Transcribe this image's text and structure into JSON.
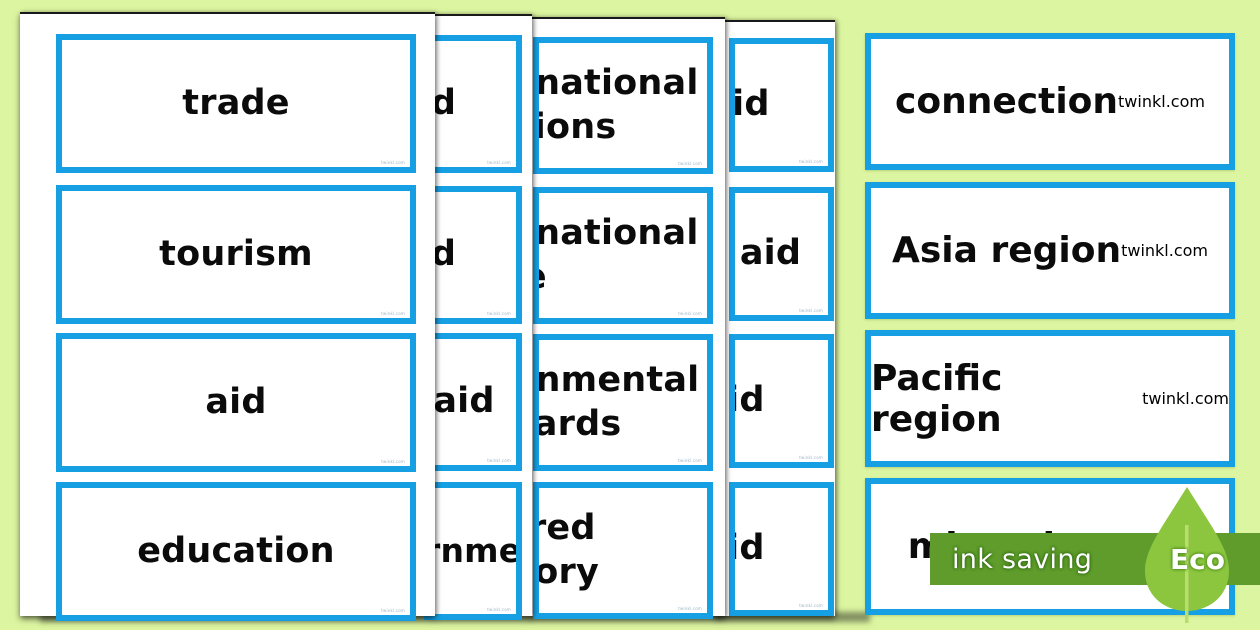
{
  "page": {
    "background_color": "#dcf5a0",
    "card_border_color": "#179fe3",
    "card_fill_color": "#ffffff",
    "watermark": "twinkl.com"
  },
  "stack": {
    "sheets": [
      {
        "id": "sheet-4-back",
        "cards": [
          {
            "text": "aid"
          },
          {
            "text": "aid"
          },
          {
            "text": "aid"
          },
          {
            "text": "aid"
          }
        ]
      },
      {
        "id": "sheet-3",
        "cards": [
          {
            "text": "international\nrelations"
          },
          {
            "text": "international\ntrade"
          },
          {
            "text": "governmental\nstandards"
          },
          {
            "text": "shared history"
          }
        ]
      },
      {
        "id": "sheet-2",
        "cards": [
          {
            "text": "aid"
          },
          {
            "text": "aid"
          },
          {
            "text": "aid"
          },
          {
            "text": "non-\ngovernmental aid"
          }
        ]
      },
      {
        "id": "sheet-1-front",
        "cards": [
          {
            "text": "trade"
          },
          {
            "text": "tourism"
          },
          {
            "text": "aid"
          },
          {
            "text": "education"
          }
        ]
      }
    ]
  },
  "right_sheet": {
    "id": "sheet-right",
    "cards": [
      {
        "text": "connection"
      },
      {
        "text": "Asia region"
      },
      {
        "text": "Pacific region"
      },
      {
        "text": "migration"
      }
    ]
  },
  "eco_badge": {
    "label": "ink saving",
    "eco_label": "Eco",
    "bar_color": "#5f9c2b",
    "leaf_color": "#8cc63f"
  }
}
